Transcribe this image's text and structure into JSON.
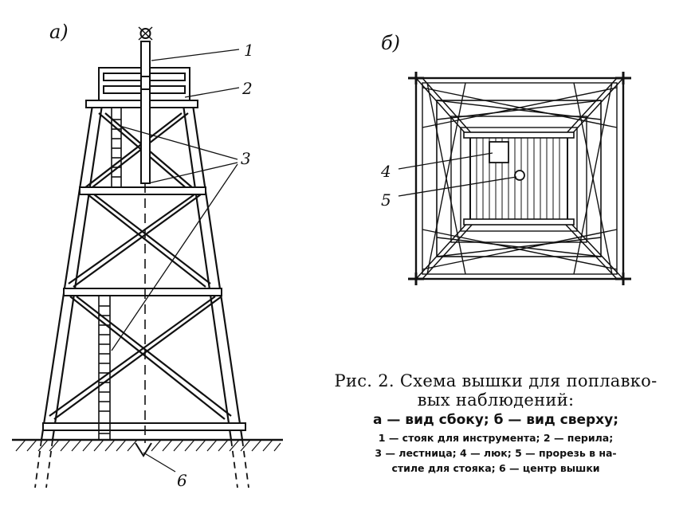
{
  "labels": {
    "a": "а)",
    "b": "б)",
    "n1": "1",
    "n2": "2",
    "n3": "3",
    "n4": "4",
    "n5": "5",
    "n6": "6"
  },
  "caption": {
    "title_line1": "Рис. 2. Схема вышки для поплавко-",
    "title_line2": "вых наблюдений:",
    "views": "а — вид сбоку; б — вид сверху;",
    "legend_line1": "1 — стояк для инструмента; 2 — перила;",
    "legend_line2": "3 — лестница; 4 — люк; 5 — прорезь в на-",
    "legend_line3": "стиле для стояка; 6 — центр вышки"
  }
}
